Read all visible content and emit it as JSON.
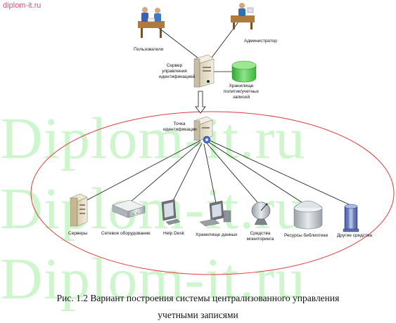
{
  "site": "diplom-it.ru",
  "watermark": "Diplom-it.ru",
  "nodes": {
    "users": "Пользователи",
    "admin": "Администратор",
    "server": "Сервер управления идентификацией",
    "storage": "Хранилище политик/учетных записей",
    "point": "Точка идентификации",
    "servers": "Серверы",
    "network": "Сетевое оборудование",
    "helpdesk": "Help Desk",
    "datastore": "Хранилище данных",
    "monitoring": "Средства мониторинга",
    "library": "Ресурсы библиотеки",
    "other": "Другие средства"
  },
  "caption": {
    "line1": "Рис. 1.2 Вариант построения системы централизованного управления",
    "line2": "учетными записями"
  }
}
